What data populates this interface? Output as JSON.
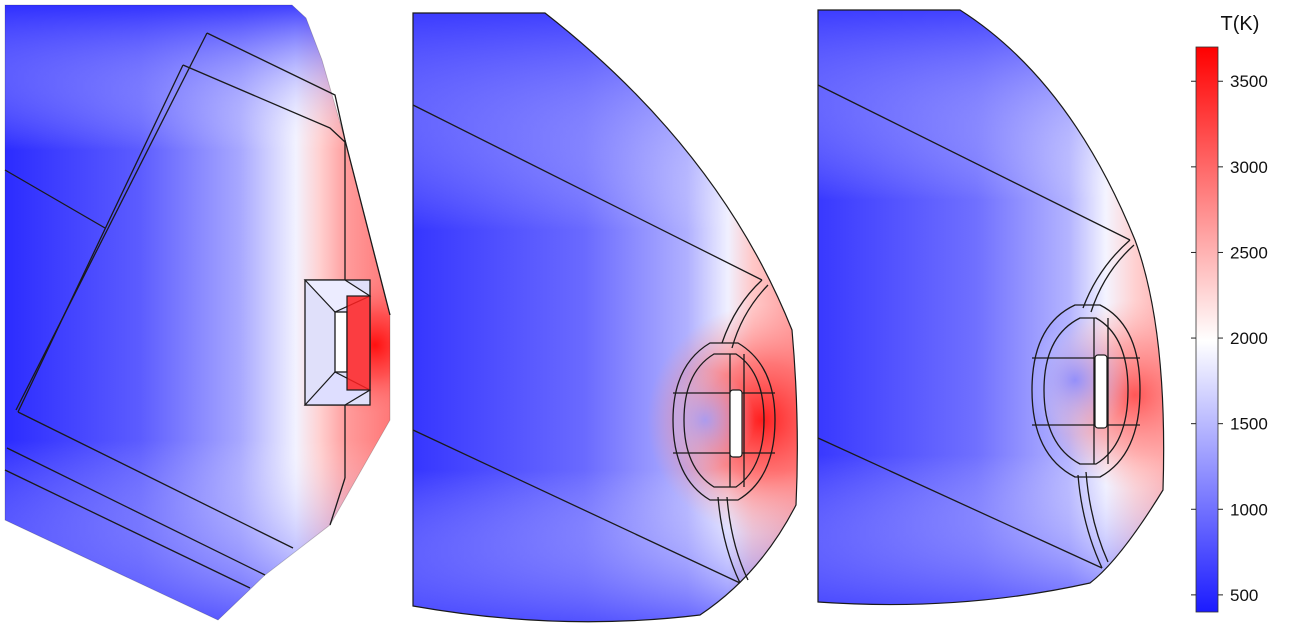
{
  "colorbar": {
    "title": "T(K)",
    "min": 400,
    "max": 3700,
    "ticks": [
      {
        "value": 500,
        "label": "500"
      },
      {
        "value": 1000,
        "label": "1000"
      },
      {
        "value": 1500,
        "label": "1500"
      },
      {
        "value": 2000,
        "label": "2000"
      },
      {
        "value": 2500,
        "label": "2500"
      },
      {
        "value": 3000,
        "label": "3000"
      },
      {
        "value": 3500,
        "label": "3500"
      }
    ],
    "colors": {
      "low": "#1b1bff",
      "mid": "#ffffff",
      "high": "#ff0000"
    }
  },
  "panels": [
    {
      "name": "panel-left"
    },
    {
      "name": "panel-middle"
    },
    {
      "name": "panel-right"
    }
  ]
}
